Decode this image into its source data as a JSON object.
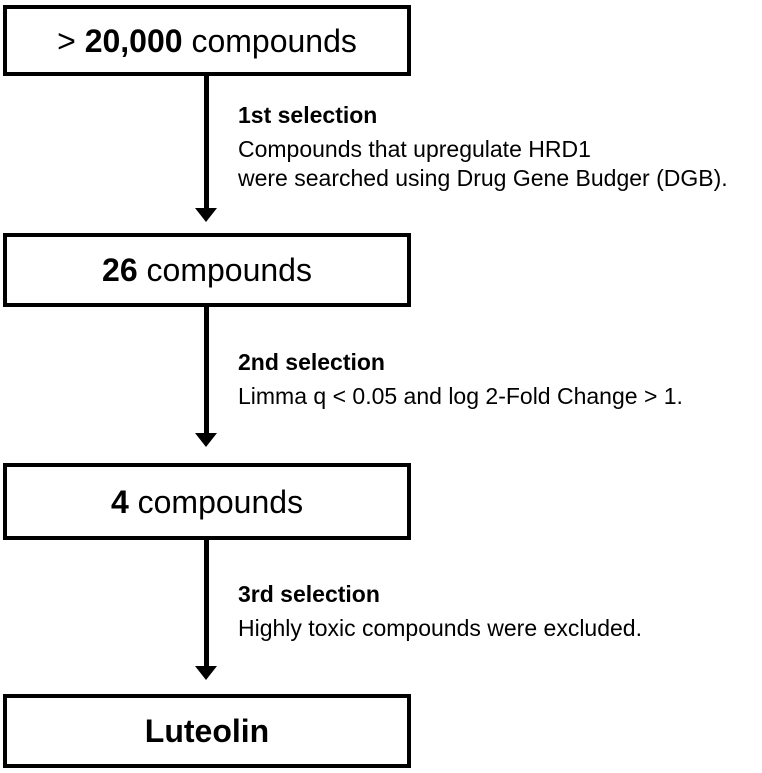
{
  "flowchart": {
    "title": "Compound screening flowchart",
    "colors": {
      "box_border": "#000000",
      "background": "#ffffff",
      "text": "#000000",
      "arrow": "#000000"
    },
    "boxes": [
      {
        "prefix": "> ",
        "value": "20,000",
        "suffix": " compounds"
      },
      {
        "prefix": "",
        "value": "26",
        "suffix": " compounds"
      },
      {
        "prefix": "",
        "value": "4",
        "suffix": " compounds"
      },
      {
        "prefix": "",
        "value": "Luteolin",
        "suffix": ""
      }
    ],
    "steps": [
      {
        "title": "1st selection",
        "lines": [
          "Compounds that upregulate HRD1",
          "were searched using Drug Gene Budger (DGB)."
        ]
      },
      {
        "title": "2nd selection",
        "lines": [
          "Limma q < 0.05 and log 2-Fold Change > 1."
        ]
      },
      {
        "title": "3rd selection",
        "lines": [
          "Highly toxic compounds were excluded."
        ]
      }
    ]
  }
}
